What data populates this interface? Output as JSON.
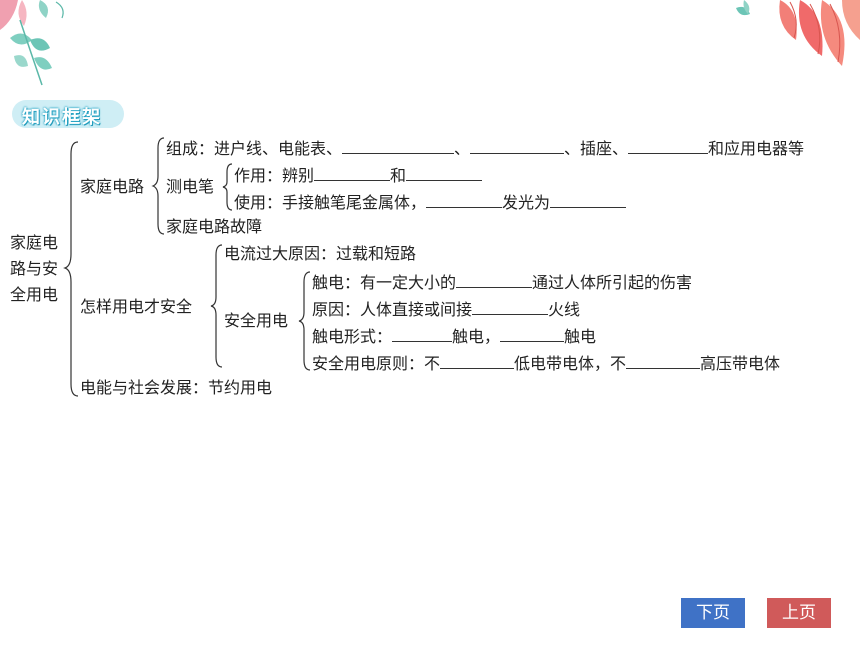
{
  "section_badge": "知识框架",
  "root": "家庭电\n路与安\n全用电",
  "root_lines": [
    "家庭电",
    "路与安",
    "全用电"
  ],
  "household_circuit": {
    "label": "家庭电路",
    "composition": {
      "prefix": "组成：进户线、电能表、",
      "sep1": "、",
      "sep2": "、插座、",
      "suffix": "和应用电器等"
    },
    "test_pen": {
      "label": "测电笔",
      "function": {
        "prefix": "作用：辨别",
        "mid": "和"
      },
      "usage": {
        "prefix": "使用：手接触笔尾金属体，",
        "mid": "发光为"
      }
    },
    "fault": "家庭电路故障"
  },
  "safe_use": {
    "label": "怎样用电才安全",
    "overcurrent": "电流过大原因：过载和短路",
    "safety": {
      "label": "安全用电",
      "shock": {
        "prefix": "触电：有一定大小的",
        "suffix": "通过人体所引起的伤害"
      },
      "cause": {
        "prefix": "原因：人体直接或间接",
        "suffix": "火线"
      },
      "forms": {
        "prefix": "触电形式：",
        "mid": "触电，",
        "suffix": "触电"
      },
      "principle": {
        "prefix": "安全用电原则：不",
        "mid": "低电带电体，不",
        "suffix": "高压带电体"
      }
    }
  },
  "development": "电能与社会发展：节约用电",
  "nav": {
    "next": "下页",
    "prev": "上页"
  }
}
